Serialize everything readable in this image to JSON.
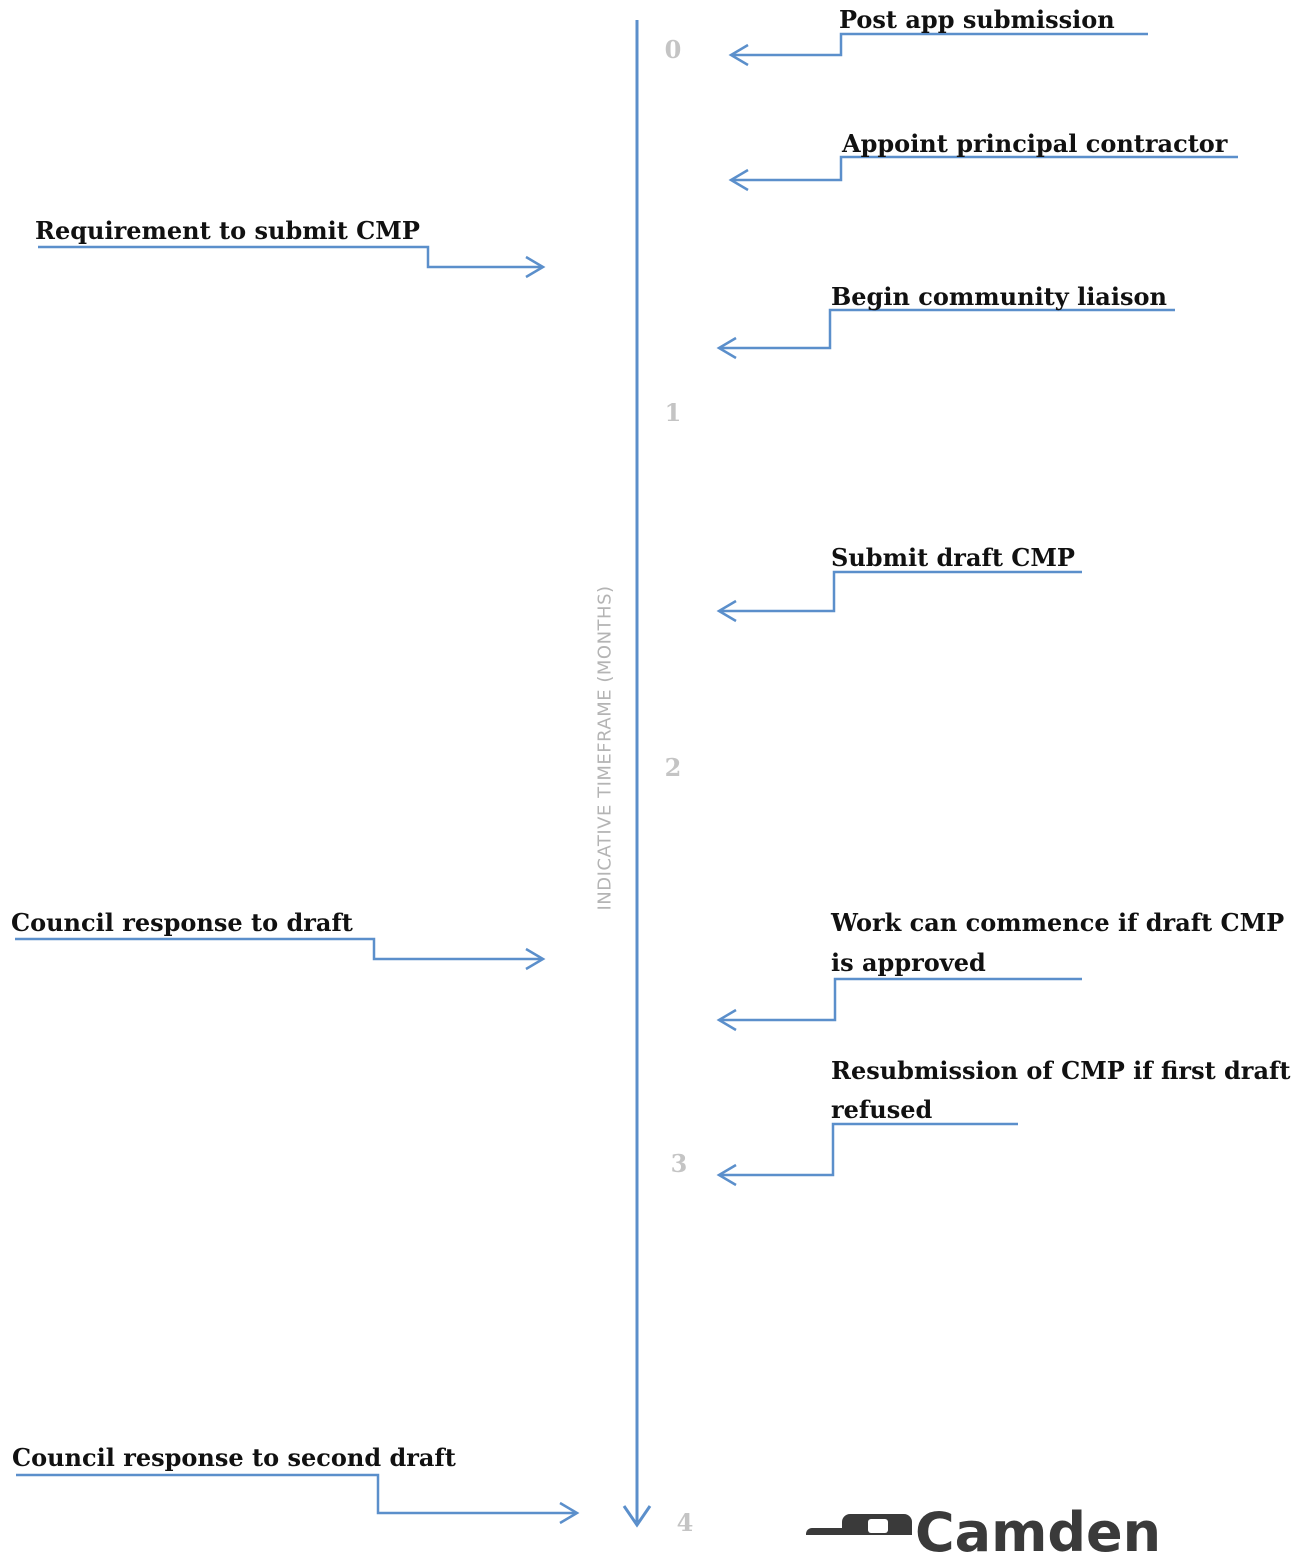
{
  "axis": {
    "title": "INDICATIVE TIMEFRAME (MONTHS)",
    "ticks": [
      "0",
      "1",
      "2",
      "3",
      "4"
    ]
  },
  "steps": {
    "right": [
      "Post app submission",
      "Appoint principal contractor",
      "Begin community liaison",
      "Submit draft CMP",
      "Work can commence if draft CMP",
      "is approved",
      "Resubmission of CMP if first draft",
      "refused"
    ],
    "left": [
      "Requirement to submit CMP",
      "Council response to draft",
      "Council response to second draft"
    ]
  },
  "logo": {
    "text": "Camden"
  },
  "colors": {
    "line": "#5b8fcb",
    "text": "#111111",
    "tick": "#c4c4c4"
  }
}
